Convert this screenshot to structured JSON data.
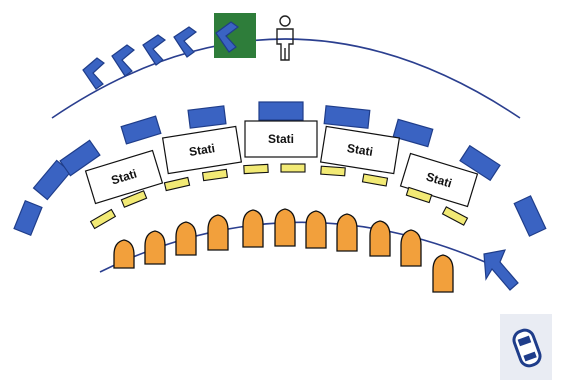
{
  "colors": {
    "blue": "#3a63c2",
    "blue_dark": "#1f3d8a",
    "yellow": "#f2ea75",
    "orange": "#f2a03c",
    "arc": "#2b3f8f",
    "highlight": "#2e7d3a"
  },
  "booths": [
    {
      "label": "Stati"
    },
    {
      "label": "Stati"
    },
    {
      "label": "Stati"
    },
    {
      "label": "Stati"
    },
    {
      "label": "Stati"
    }
  ],
  "icons": {
    "person": "person-icon",
    "entry_arrow": "arrow-up-left-icon",
    "car": "car-topview-icon",
    "chevrons": "chevron-left-icon"
  }
}
